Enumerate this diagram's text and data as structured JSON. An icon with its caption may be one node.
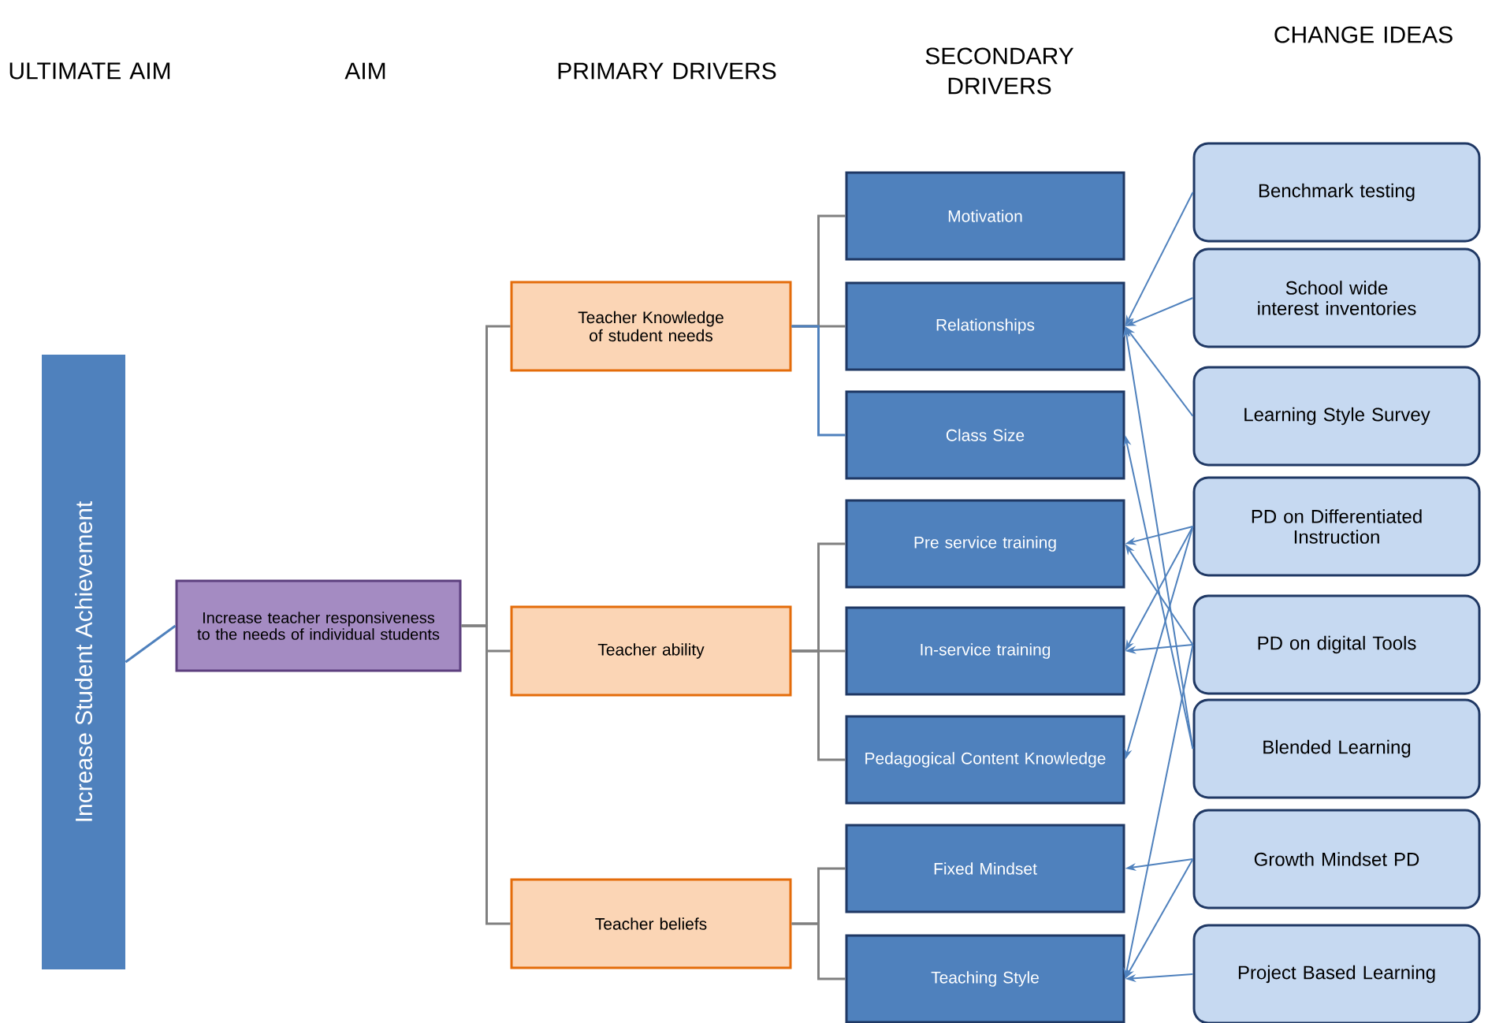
{
  "diagram": {
    "nodes": [
      {
        "text": [
          "Increase Student Achievement"
        ]
      },
      {
        "text": [
          "Increase teacher responsiveness to the needs of individual students"
        ]
      },
      {
        "text": [
          "Teacher Knowledge of student needs"
        ]
      },
      {
        "text": [
          "Teacher ability"
        ]
      },
      {
        "text": [
          "Teacher beliefs"
        ]
      },
      {
        "text": [
          "Motivation"
        ]
      },
      {
        "text": [
          "Relationships"
        ]
      },
      {
        "text": [
          "Class Size"
        ]
      },
      {
        "text": [
          "Pre service training"
        ]
      },
      {
        "text": [
          "In-service training"
        ]
      },
      {
        "text": [
          "Pedagogical Content Knowledge"
        ]
      },
      {
        "text": [
          "Fixed Mindset"
        ]
      },
      {
        "text": [
          "Teaching Style"
        ]
      },
      {
        "text": [
          "Benchmark testing"
        ]
      },
      {
        "text": [
          "School wide interest inventories"
        ]
      },
      {
        "text": [
          "Learning Style Survey"
        ]
      },
      {
        "text": [
          "PD on Differentiated Instruction"
        ]
      },
      {
        "text": [
          "PD on digital Tools"
        ]
      },
      {
        "text": [
          "Blended Learning"
        ]
      },
      {
        "text": [
          "Growth Mindset PD"
        ]
      },
      {
        "text": [
          "Project Based Learning"
        ]
      }
    ],
    "edges": [
      {
        "from": 0,
        "to": 1,
        "arrow": "none",
        "color": "#4f81bd"
      },
      {
        "from": 1,
        "to": 2,
        "arrow": "none"
      },
      {
        "from": 1,
        "to": 3,
        "arrow": "none"
      },
      {
        "from": 1,
        "to": 4,
        "arrow": "none"
      },
      {
        "from": 2,
        "to": 5,
        "arrow": "none"
      },
      {
        "from": 2,
        "to": 6,
        "arrow": "none"
      },
      {
        "from": 2,
        "to": 7,
        "arrow": "none",
        "color": "#4f81bd"
      },
      {
        "from": 3,
        "to": 8,
        "arrow": "none"
      },
      {
        "from": 3,
        "to": 9,
        "arrow": "none"
      },
      {
        "from": 3,
        "to": 10,
        "arrow": "none"
      },
      {
        "from": 4,
        "to": 11,
        "arrow": "none"
      },
      {
        "from": 4,
        "to": 12,
        "arrow": "none"
      },
      {
        "from": 13,
        "to": 6,
        "arrow": "to",
        "color": "#4f81bd"
      },
      {
        "from": 14,
        "to": 6,
        "arrow": "to",
        "color": "#4f81bd"
      },
      {
        "from": 15,
        "to": 6,
        "arrow": "to",
        "color": "#4f81bd"
      },
      {
        "from": 18,
        "to": 6,
        "arrow": "to",
        "color": "#4f81bd"
      },
      {
        "from": 18,
        "to": 7,
        "arrow": "to",
        "color": "#4f81bd"
      },
      {
        "from": 16,
        "to": 8,
        "arrow": "to",
        "color": "#4f81bd"
      },
      {
        "from": 16,
        "to": 9,
        "arrow": "to",
        "color": "#4f81bd"
      },
      {
        "from": 16,
        "to": 10,
        "arrow": "to",
        "color": "#4f81bd"
      },
      {
        "from": 17,
        "to": 8,
        "arrow": "to",
        "color": "#4f81bd"
      },
      {
        "from": 17,
        "to": 9,
        "arrow": "to",
        "color": "#4f81bd"
      },
      {
        "from": 17,
        "to": 12,
        "arrow": "to",
        "color": "#4f81bd"
      },
      {
        "from": 19,
        "to": 11,
        "arrow": "to",
        "color": "#4f81bd"
      },
      {
        "from": 19,
        "to": 12,
        "arrow": "to",
        "color": "#4f81bd"
      },
      {
        "from": 20,
        "to": 12,
        "arrow": "to",
        "color": "#4f81bd"
      }
    ],
    "labels": [
      "ULTIMATE AIM",
      "AIM",
      "PRIMARY DRIVERS",
      "SECONDARY DRIVERS",
      "CHANGE IDEAS"
    ]
  }
}
